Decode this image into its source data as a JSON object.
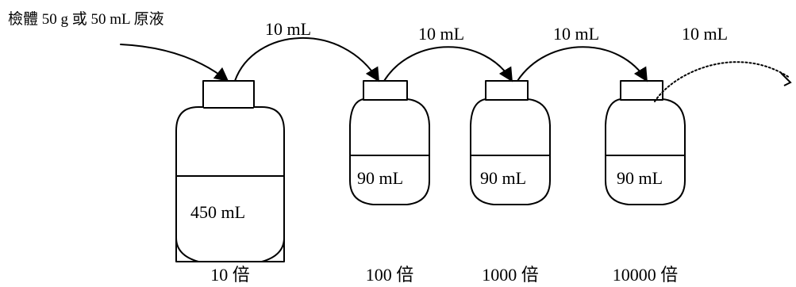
{
  "sample_label": "檢體 50 g 或 50 mL 原液",
  "transfers": [
    "10 mL",
    "10 mL",
    "10 mL",
    "10 mL"
  ],
  "bottles": [
    {
      "volume": "450 mL",
      "dilution": "10 倍"
    },
    {
      "volume": "90 mL",
      "dilution": "100 倍"
    },
    {
      "volume": "90 mL",
      "dilution": "1000 倍"
    },
    {
      "volume": "90 mL",
      "dilution": "10000 倍"
    }
  ]
}
